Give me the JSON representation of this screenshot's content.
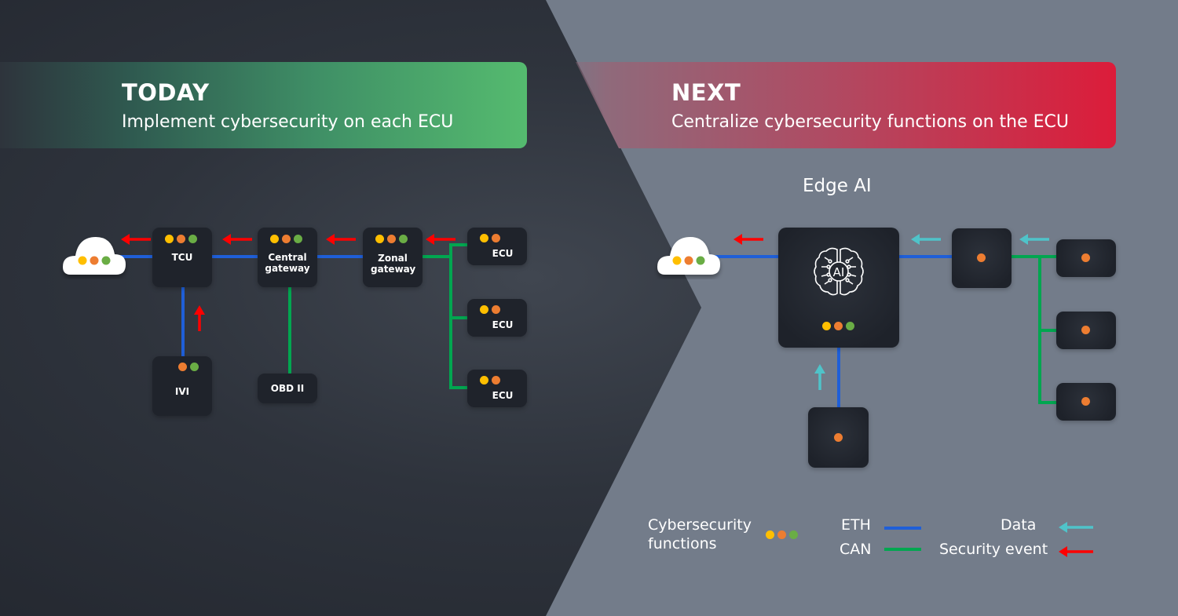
{
  "today": {
    "title": "TODAY",
    "subtitle": "Implement cybersecurity on each ECU",
    "nodes": {
      "tcu": "TCU",
      "central_gateway": "Central gateway",
      "zonal_gateway": "Zonal gateway",
      "ecu_1": "ECU",
      "ecu_2": "ECU",
      "ecu_3": "ECU",
      "ivi": "IVI",
      "obd": "OBD II"
    }
  },
  "next": {
    "title": "NEXT",
    "subtitle": "Centralize cybersecurity functions on the ECU",
    "edge_ai_label": "Edge AI",
    "ai_chip_text": "AI"
  },
  "legend": {
    "cyber_functions": "Cybersecurity functions",
    "eth": "ETH",
    "can": "CAN",
    "data": "Data",
    "security_event": "Security event"
  },
  "colors": {
    "eth": "#1f5fd8",
    "can": "#00a650",
    "data_arrow": "#4fc3c9",
    "security_arrow": "#ff0000",
    "dot_yellow": "#ffbf00",
    "dot_orange": "#ed7d31",
    "dot_green": "#6aad45",
    "today_banner": "#55bb6f",
    "next_banner": "#dc1c3a"
  }
}
